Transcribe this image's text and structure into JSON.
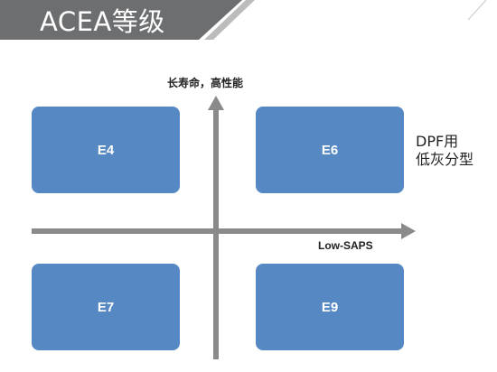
{
  "header": {
    "title": "ACEA等级"
  },
  "axes": {
    "y_label": "长寿命，高性能",
    "x_label": "Low-SAPS"
  },
  "quadrants": {
    "top_left": "E4",
    "top_right": "E6",
    "bottom_left": "E7",
    "bottom_right": "E9"
  },
  "annotation": {
    "line1": "DPF用",
    "line2": "低灰分型"
  },
  "colors": {
    "banner": "#6d6e70",
    "box": "#5689c3",
    "axis": "#8a8a8a"
  }
}
